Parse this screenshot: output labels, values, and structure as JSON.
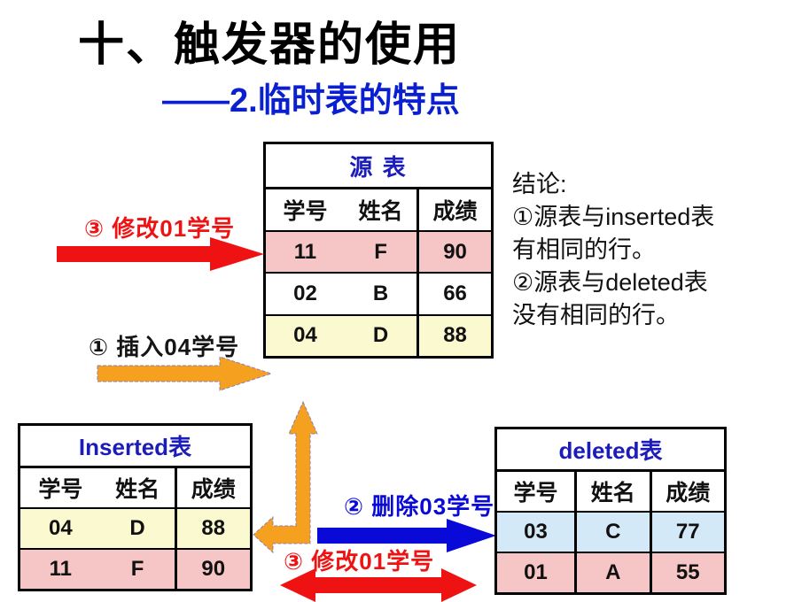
{
  "slide": {
    "title": "十、触发器的使用",
    "subtitle": "——2.临时表的特点"
  },
  "colors": {
    "pink": "#f6c6c6",
    "yellow": "#fbf9d0",
    "lightblue": "#d4e9f7",
    "white": "#ffffff",
    "red": "#ee1212",
    "orange": "#f5a01e",
    "blue": "#0a0ad8",
    "table_title_blue": "#1c1cb8"
  },
  "source_table": {
    "title": "源  表",
    "headers": [
      "学号",
      "姓名",
      "成绩"
    ],
    "rows": [
      {
        "cells": [
          "11",
          "F",
          "90"
        ],
        "bg": "pink"
      },
      {
        "cells": [
          "02",
          "B",
          "66"
        ],
        "bg": "white"
      },
      {
        "cells": [
          "04",
          "D",
          "88"
        ],
        "bg": "yellow"
      }
    ]
  },
  "inserted_table": {
    "title": "Inserted表",
    "headers": [
      "学号",
      "姓名",
      "成绩"
    ],
    "rows": [
      {
        "cells": [
          "04",
          "D",
          "88"
        ],
        "bg": "yellow"
      },
      {
        "cells": [
          "11",
          "F",
          "90"
        ],
        "bg": "pink"
      }
    ]
  },
  "deleted_table": {
    "title": "deleted表",
    "headers": [
      "学号",
      "姓名",
      "成绩"
    ],
    "rows": [
      {
        "cells": [
          "03",
          "C",
          "77"
        ],
        "bg": "lightblue"
      },
      {
        "cells": [
          "01",
          "A",
          "55"
        ],
        "bg": "pink"
      }
    ]
  },
  "annotations": {
    "modify_top": "③  修改01学号",
    "insert": "①  插入04学号",
    "delete": "②  删除03学号",
    "modify_bottom": "③  修改01学号"
  },
  "conclusion": {
    "heading": "结论:",
    "lines": [
      "①源表与inserted表",
      "有相同的行。",
      "②源表与deleted表",
      "没有相同的行。"
    ]
  }
}
